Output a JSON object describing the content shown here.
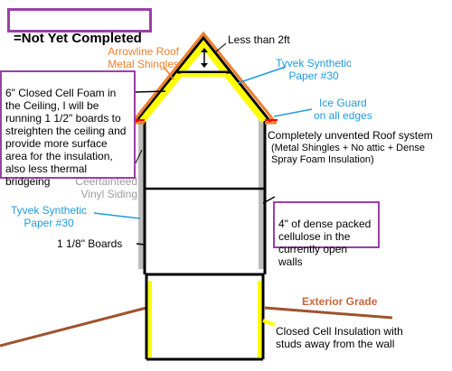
{
  "legend": {
    "text": "=Not Yet Completed"
  },
  "labels": {
    "less_than_2ft": "Less than 2ft",
    "arrowline_roof": "Arrowline Roof\nMetal Shingles",
    "tyvek_top": "Tyvek Synthetic\nPaper #30",
    "ice_guard": "Ice Guard\non all edges",
    "unvented_title": "Completely unvented Roof system",
    "unvented_sub": "(Metal Shingles + No attic + Dense\nSpray Foam Insulation)",
    "vinyl_siding": "Ceertainteed\nVinyl Siding",
    "tyvek_left": "Tyvek Synthetic\nPaper #30",
    "boards": "1 1/8\" Boards",
    "exterior_grade": "Exterior Grade",
    "closed_cell_basement": "Closed Cell Insulation with\nstuds away from the wall"
  },
  "callouts": {
    "ceiling_foam": "6\" Closed Cell Foam in\nthe Ceiling, I will be\nrunning 1 1/2\" boards to\nstreighten the ceiling and\nprovide more surface\narea for the insulation,\nalso less thermal\nbridgeing",
    "cellulose": "4\" of dense packed\ncellulose in the\ncurrently open walls"
  },
  "colors": {
    "purple": "#9b3fa8",
    "yellow": "#ffff00",
    "orange": "#f07f2a",
    "blue": "#1f9be0",
    "brown": "#a0522d",
    "grey": "#bdbdbd",
    "red": "#ff0000",
    "siding_text": "#9c9c9c",
    "arrowline_text": "#f07f2a",
    "tyvek_text": "#1f9be0",
    "exterior_text": "#c8653a"
  }
}
